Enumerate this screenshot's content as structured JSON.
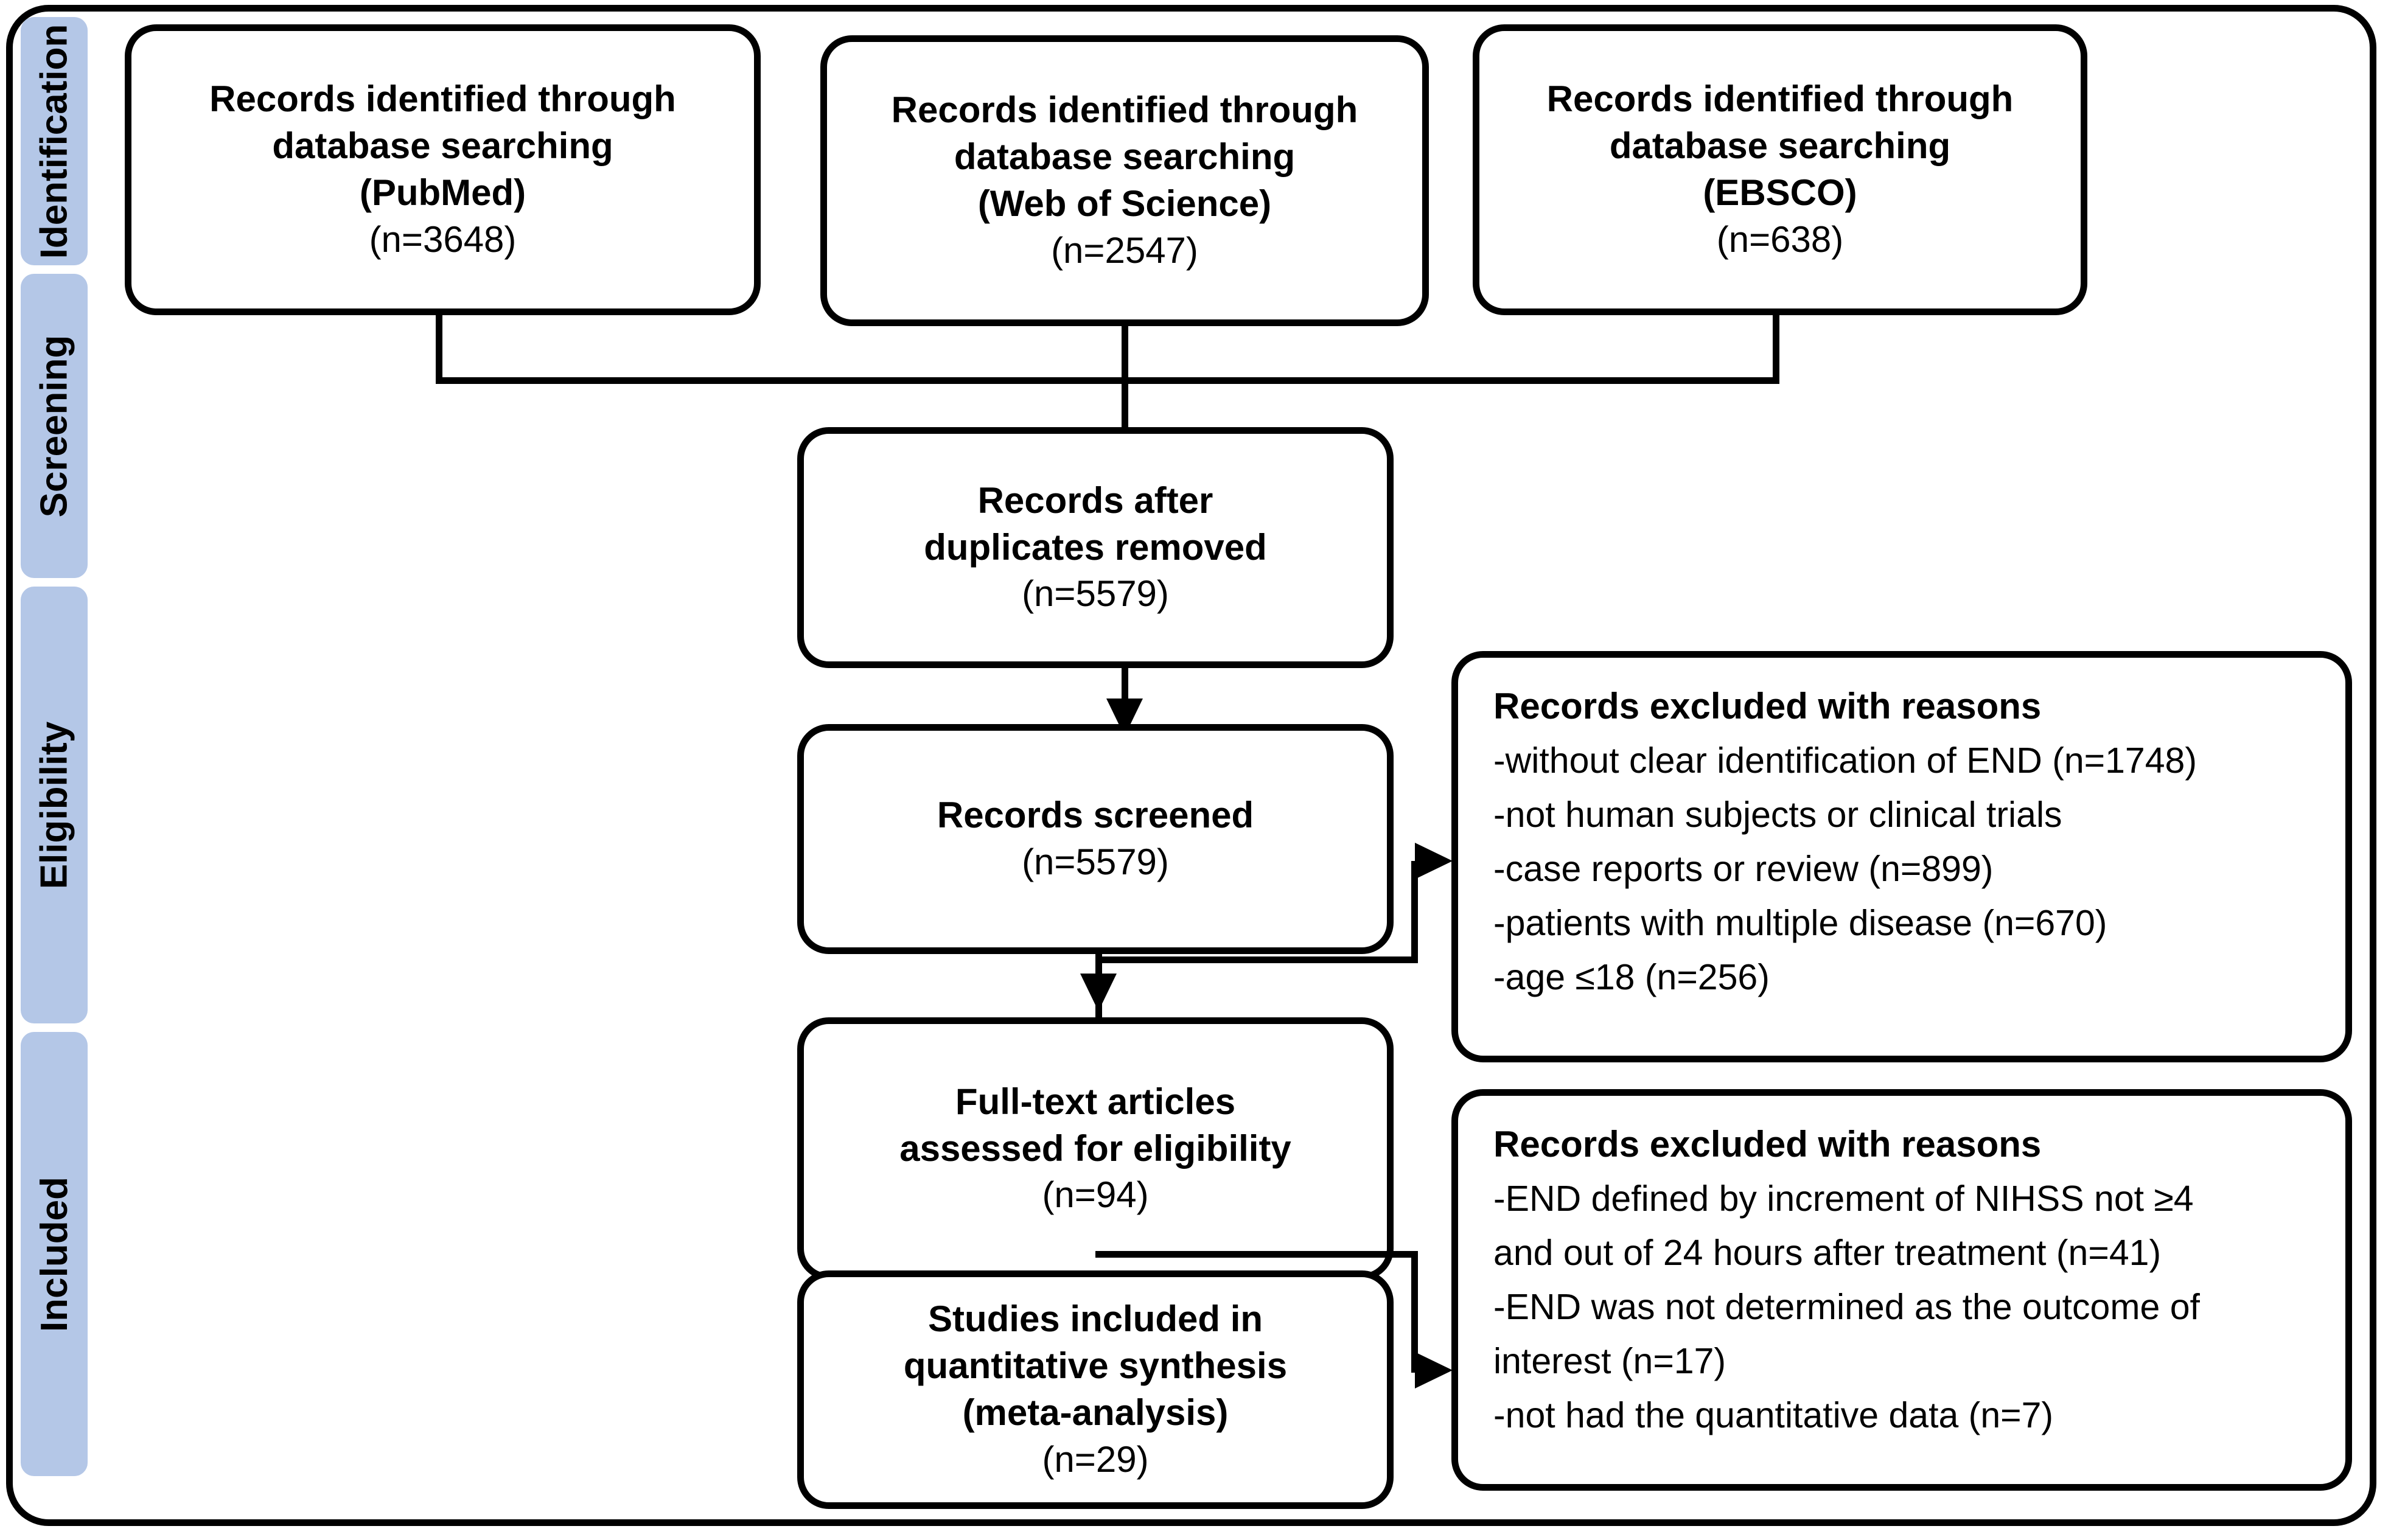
{
  "diagram": {
    "title": "PRISMA flow diagram",
    "accent_color": "#B4C7E7",
    "line_color": "#000000",
    "background_color": "#FFFFFF"
  },
  "stages": [
    {
      "label": "Identification"
    },
    {
      "label": "Screening"
    },
    {
      "label": "Eligibility"
    },
    {
      "label": "Included"
    }
  ],
  "identification_boxes": [
    {
      "line1": "Records identified through",
      "line2": "database searching",
      "line3": "(PubMed)",
      "count": "(n=3648)"
    },
    {
      "line1": "Records identified through",
      "line2": "database searching",
      "line3": "(Web of Science)",
      "count": "(n=2547)"
    },
    {
      "line1": "Records identified through",
      "line2": "database searching",
      "line3": "(EBSCO)",
      "count": "(n=638)"
    }
  ],
  "flow_boxes": {
    "duplicates": {
      "line1": "Records after",
      "line2": "duplicates removed",
      "count": "(n=5579)"
    },
    "screened": {
      "line1": "Records screened",
      "count": "(n=5579)"
    },
    "fulltext": {
      "line1": "Full-text articles",
      "line2": "assessed for eligibility",
      "count": "(n=94)"
    },
    "included": {
      "line1": "Studies included in",
      "line2": "quantitative synthesis",
      "line3": "(meta-analysis)",
      "count": "(n=29)"
    }
  },
  "exclusion_boxes": [
    {
      "heading": "Records excluded with reasons",
      "reasons": [
        "-without clear identification of END (n=1748)",
        "-not human subjects or clinical trials",
        "-case reports or review (n=899)",
        "-patients with multiple disease (n=670)",
        "-age ≤18 (n=256)"
      ]
    },
    {
      "heading": "Records excluded with reasons",
      "reasons": [
        "-END defined by increment of NIHSS not ≥4",
        "and out of 24 hours after treatment (n=41)",
        "-END was not determined as the outcome of",
        "interest (n=17)",
        "-not had the quantitative data (n=7)"
      ]
    }
  ]
}
